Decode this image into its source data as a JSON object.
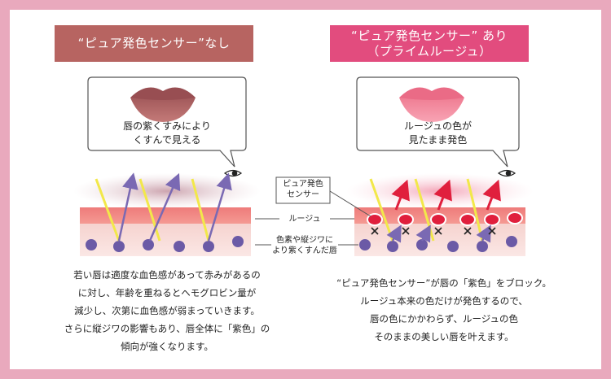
{
  "left": {
    "header_line1": "“ピュア発色センサー”なし",
    "bubble_line1": "唇の紫くすみにより",
    "bubble_line2": "くすんで見える",
    "desc_lines": [
      "若い唇は適度な血色感があって赤みがあるの",
      "に対し、年齢を重ねるとヘモグロビン量が",
      "減少し、次第に血色感が弱まっていきます。",
      "さらに縦ジワの影響もあり、唇全体に「紫色」の",
      "傾向が強くなります。"
    ]
  },
  "right": {
    "header_line1": "“ピュア発色センサー” あり",
    "header_line2": "（プライムルージュ）",
    "bubble_line1": "ルージュの色が",
    "bubble_line2": "見たまま発色",
    "desc_lines": [
      "“ピュア発色センサー”が唇の「紫色」をブロック。",
      "ルージュ本来の色だけが発色するので、",
      "唇の色にかかわらず、ルージュの色",
      "そのままの美しい唇を叶えます。"
    ]
  },
  "labels": {
    "sensor_line1": "ピュア発色",
    "sensor_line2": "センサー",
    "rouge": "ルージュ",
    "pigment_line1": "色素や縦ジワに",
    "pigment_line2": "より紫くすんだ唇"
  },
  "colors": {
    "frame": "#e9a9bd",
    "left_header": "#b76461",
    "right_header": "#e24c7e",
    "rouge_layer": "#f08a87",
    "purple_dot": "#6b5aa6",
    "yellow_ray": "#f2e84a",
    "red_arrow": "#e01f3d"
  }
}
